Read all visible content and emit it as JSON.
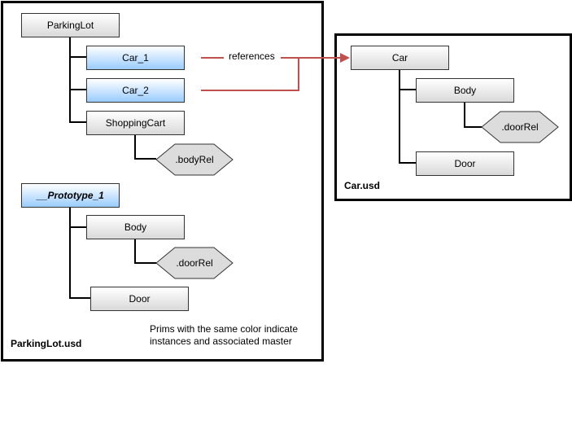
{
  "parkinglot": {
    "file_label": "ParkingLot.usd",
    "root": "ParkingLot",
    "car1": "Car_1",
    "car2": "Car_2",
    "cart": "ShoppingCart",
    "cart_rel": ".bodyRel",
    "prototype": "__Prototype_1",
    "proto_body": "Body",
    "proto_body_rel": ".doorRel",
    "proto_door": "Door",
    "note_line1": "Prims with the same color indicate",
    "note_line2": "instances and associated master"
  },
  "car": {
    "file_label": "Car.usd",
    "root": "Car",
    "body": "Body",
    "body_rel": ".doorRel",
    "door": "Door"
  },
  "connector": {
    "label": "references",
    "color": "#c0504d"
  },
  "colors": {
    "instance_fill": "#99ccff",
    "default_fill": "#d9d9d9"
  }
}
